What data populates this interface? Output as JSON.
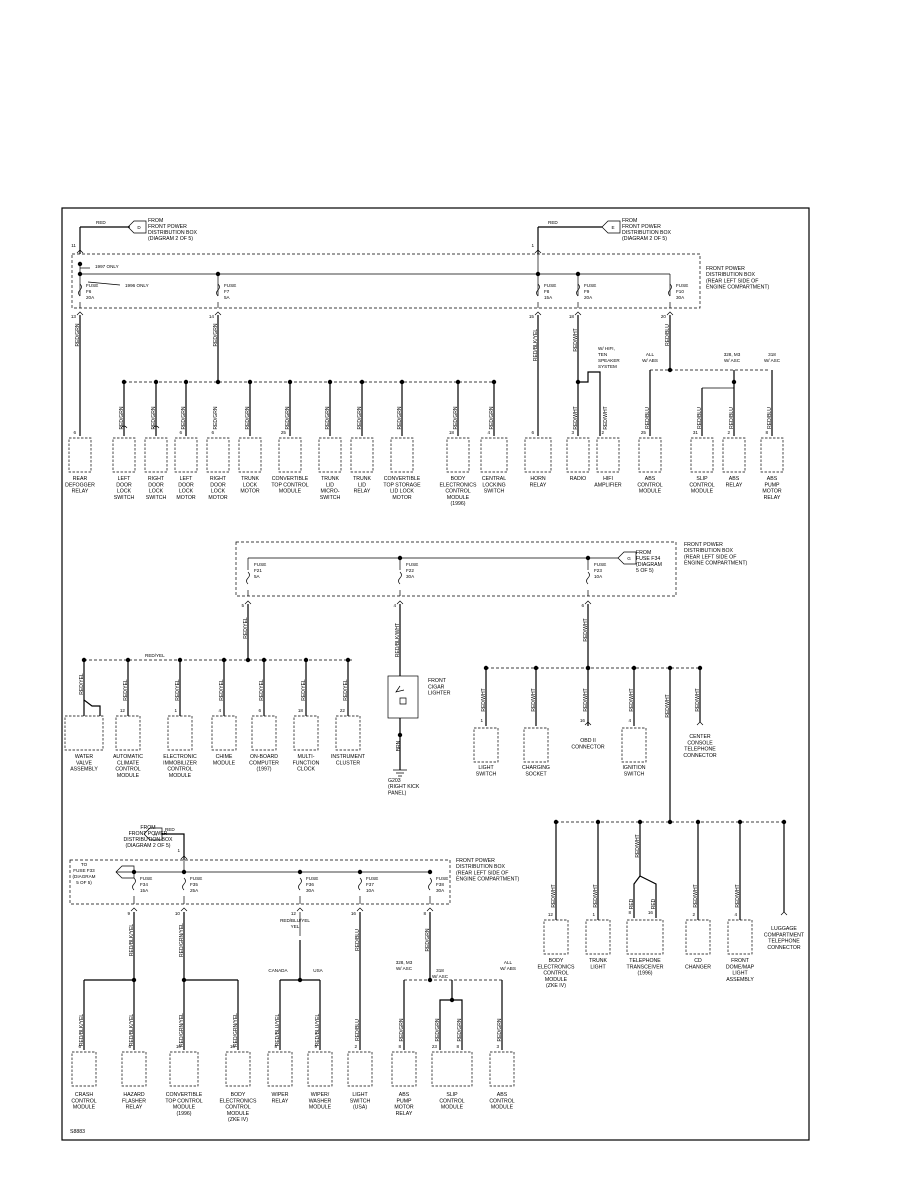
{
  "figure_id": "S8883",
  "top": {
    "sourceL": {
      "wire": "RED",
      "label": [
        "FROM",
        "FRONT POWER",
        "DISTRIBUTION BOX",
        "(DIAGRAM 2 OF 5)"
      ],
      "pin": "11",
      "conn": "D"
    },
    "sourceR": {
      "wire": "RED",
      "label": [
        "FROM",
        "FRONT POWER",
        "DISTRIBUTION BOX",
        "(DIAGRAM 2 OF 5)"
      ],
      "pin": "1",
      "conn": "E"
    },
    "box_label": [
      "FRONT POWER",
      "DISTRIBUTION BOX",
      "(REAR LEFT SIDE OF",
      "ENGINE COMPARTMENT)"
    ],
    "note1997": "1997 ONLY",
    "note1996": "1996 ONLY",
    "fuses": [
      {
        "label": [
          "FUSE",
          "F6",
          "20A"
        ],
        "pin": "13",
        "wire": "RED/GRN"
      },
      {
        "label": [
          "FUSE",
          "F7",
          "5A"
        ],
        "pin": "14",
        "wire": "RED/GRN"
      },
      {
        "label": [
          "FUSE",
          "F8",
          "15A"
        ],
        "pin": "15",
        "wire": "RED/BLK/YEL"
      },
      {
        "label": [
          "FUSE",
          "F9",
          "20A"
        ],
        "pin": "18",
        "wire": "RED/WHT"
      },
      {
        "label": [
          "FUSE",
          "F10",
          "30A"
        ],
        "pin": "20",
        "wire": "RED/BLU"
      }
    ],
    "hifi_note": [
      "W/ HIFI,",
      "TEN",
      "SPEAKER",
      "SYSTEM"
    ],
    "abs_opts": [
      [
        "ALL",
        "W/ ABS"
      ],
      [
        "328, M3",
        "W/ ASC"
      ],
      [
        "318",
        "W/ ASC"
      ]
    ],
    "comps": [
      {
        "pin": "6",
        "wire": "",
        "label": [
          "REAR",
          "DEFOGGER",
          "RELAY"
        ]
      },
      {
        "pin": "",
        "wire": "RED/GRN",
        "label": [
          "LEFT",
          "DOOR",
          "LOCK",
          "SWITCH"
        ]
      },
      {
        "pin": "",
        "wire": "RED/GRN",
        "label": [
          "RIGHT",
          "DOOR",
          "LOCK",
          "SWITCH"
        ]
      },
      {
        "pin": "6",
        "wire": "RED/GRN",
        "label": [
          "LEFT",
          "DOOR",
          "LOCK",
          "MOTOR"
        ]
      },
      {
        "pin": "6",
        "wire": "RED/GRN",
        "label": [
          "RIGHT",
          "DOOR",
          "LOCK",
          "MOTOR"
        ]
      },
      {
        "pin": "",
        "wire": "RED/GRN",
        "label": [
          "TRUNK",
          "LOCK",
          "MOTOR"
        ]
      },
      {
        "pin": "25",
        "wire": "RED/GRN",
        "label": [
          "CONVERTIBLE",
          "TOP CONTROL",
          "MODULE"
        ]
      },
      {
        "pin": "",
        "wire": "RED/GRN",
        "label": [
          "TRUNK",
          "LID",
          "MICRO-",
          "SWITCH"
        ]
      },
      {
        "pin": "",
        "wire": "RED/GRN",
        "label": [
          "TRUNK",
          "LID",
          "RELAY"
        ]
      },
      {
        "pin": "",
        "wire": "RED/GRN",
        "label": [
          "CONVERTIBLE",
          "TOP STORAGE",
          "LID LOCK",
          "MOTOR"
        ]
      },
      {
        "pin": "18",
        "wire": "RED/GRN",
        "label": [
          "BODY",
          "ELECTRONICS",
          "CONTROL",
          "MODULE",
          "(1996)"
        ]
      },
      {
        "pin": "4",
        "wire": "RED/GRN",
        "label": [
          "CENTRAL",
          "LOCKING",
          "SWITCH"
        ]
      },
      {
        "pin": "6",
        "wire": "",
        "label": [
          "HORN",
          "RELAY"
        ]
      },
      {
        "pin": "3",
        "wire": "RED/WHT",
        "label": [
          "RADIO"
        ]
      },
      {
        "pin": "2",
        "wire": "RED/WHT",
        "label": [
          "HIFI",
          "AMPLIFIER"
        ]
      },
      {
        "pin": "25",
        "wire": "RED/BLU",
        "label": [
          "ABS",
          "CONTROL",
          "MODULE"
        ]
      },
      {
        "pin": "31",
        "wire": "RED/BLU",
        "label": [
          "SLIP",
          "CONTROL",
          "MODULE"
        ]
      },
      {
        "pin": "2",
        "wire": "RED/BLU",
        "label": [
          "ABS",
          "RELAY"
        ]
      },
      {
        "pin": "8",
        "wire": "RED/BLU",
        "label": [
          "ABS",
          "PUMP",
          "MOTOR",
          "RELAY"
        ]
      }
    ]
  },
  "middle": {
    "box_label": [
      "FRONT POWER",
      "DISTRIBUTION BOX",
      "(REAR LEFT SIDE OF",
      "ENGINE COMPARTMENT)"
    ],
    "source": {
      "conn": "G",
      "label": [
        "FROM",
        "FUSE F34",
        "(DIAGRAM",
        "5 OF 5)"
      ]
    },
    "fuses": [
      {
        "label": [
          "FUSE",
          "F21",
          "5A"
        ],
        "pin": "5",
        "wire": "RED/YEL"
      },
      {
        "label": [
          "FUSE",
          "F22",
          "30A"
        ],
        "pin": "4",
        "wire": "RED/BLK/WHT"
      },
      {
        "label": [
          "FUSE",
          "F23",
          "10A"
        ],
        "pin": "6",
        "wire": "RED/WHT"
      }
    ],
    "bus_wire": "RED/YEL",
    "left_comps": [
      {
        "pin": "",
        "wire": "RED/YEL",
        "label": [
          "WATER",
          "VALVE",
          "ASSEMBLY"
        ]
      },
      {
        "pin": "12",
        "wire": "RED/YEL",
        "label": [
          "AUTOMATIC",
          "CLIMATE",
          "CONTROL",
          "MODULE"
        ]
      },
      {
        "pin": "1",
        "wire": "RED/YEL",
        "label": [
          "ELECTRONIC",
          "IMMOBILIZER",
          "CONTROL",
          "MODULE"
        ]
      },
      {
        "pin": "4",
        "wire": "RED/YEL",
        "label": [
          "CHIME",
          "MODULE"
        ]
      },
      {
        "pin": "6",
        "wire": "RED/YEL",
        "label": [
          "ON-BOARD",
          "COMPUTER",
          "(1997)"
        ]
      },
      {
        "pin": "18",
        "wire": "RED/YEL",
        "label": [
          "MULTI-",
          "FUNCTION",
          "CLOCK"
        ]
      },
      {
        "pin": "22",
        "wire": "RED/YEL",
        "label": [
          "INSTRUMENT",
          "CLUSTER"
        ]
      }
    ],
    "cigar": {
      "label": [
        "FRONT",
        "CIGAR",
        "LIGHTER"
      ],
      "wire": "BRN",
      "ground": [
        "G203",
        "(RIGHT KICK",
        "PANEL)"
      ]
    },
    "right_comps": [
      {
        "pin": "1",
        "wire": "RED/WHT",
        "label": [
          "LIGHT",
          "SWITCH"
        ]
      },
      {
        "pin": "",
        "wire": "RED/WHT",
        "label": [
          "CHARGING",
          "SOCKET"
        ]
      },
      {
        "pin": "16",
        "wire": "RED/WHT",
        "label": [
          "OBD II",
          "CONNECTOR"
        ]
      },
      {
        "pin": "4",
        "wire": "RED/WHT",
        "label": [
          "IGNITION",
          "SWITCH"
        ]
      },
      {
        "pin": "",
        "wire": "RED/WHT",
        "label": [
          "CENTER",
          "CONSOLE",
          "TELEPHONE",
          "CONNECTOR"
        ]
      }
    ],
    "sub_comps": [
      {
        "pin": "12",
        "wire": "RED/WHT",
        "label": [
          "BODY",
          "ELECTRONICS",
          "CONTROL",
          "MODULE",
          "(ZKE IV)"
        ]
      },
      {
        "pin": "1",
        "wire": "RED/WHT",
        "label": [
          "TRUNK",
          "LIGHT"
        ]
      },
      {
        "pin": "",
        "wire": "RED/WHT",
        "label": [
          "TELEPHONE",
          "TRANSCEIVER",
          "(1996)"
        ]
      },
      {
        "pin": "2",
        "wire": "RED/WHT",
        "label": [
          "CD",
          "CHANGER"
        ]
      },
      {
        "pin": "4",
        "wire": "RED/WHT",
        "label": [
          "FRONT",
          "DOME/MAP",
          "LIGHT",
          "ASSEMBLY"
        ]
      },
      {
        "pin": "",
        "wire": "",
        "label": [
          "LUGGAGE",
          "COMPARTMENT",
          "TELEPHONE",
          "CONNECTOR"
        ]
      }
    ],
    "tel_wires": [
      "RED",
      "RED"
    ],
    "tel_pins": [
      "8",
      "16"
    ]
  },
  "bottom": {
    "source": {
      "wire": "RED",
      "pin": "1",
      "conn": "A",
      "label": [
        "FROM",
        "FRONT POWER",
        "DISTRIBUTION BOX",
        "(DIAGRAM 2 OF 5)"
      ]
    },
    "to_label": [
      "TO",
      "FUSE F33",
      "(DIAGRAM",
      "5 OF 5)"
    ],
    "box_label": [
      "FRONT POWER",
      "DISTRIBUTION BOX",
      "(REAR LEFT SIDE OF",
      "ENGINE COMPARTMENT)"
    ],
    "fuses": [
      {
        "label": [
          "FUSE",
          "F34",
          "15A"
        ],
        "pin": "9",
        "wire": "RED/BLK/YEL"
      },
      {
        "label": [
          "FUSE",
          "F35",
          "25A"
        ],
        "pin": "10",
        "wire": "RED/GRN/YEL"
      },
      {
        "label": [
          "FUSE",
          "F36",
          "30A"
        ],
        "pin": "12",
        "wire": "RED/BLU/YEL"
      },
      {
        "label": [
          "FUSE",
          "F37",
          "10A"
        ],
        "pin": "16",
        "wire": "RED/BLU"
      },
      {
        "label": [
          "FUSE",
          "F38",
          "30A"
        ],
        "pin": "8",
        "wire": "RED/GRN"
      }
    ],
    "region": [
      "CANADA",
      "USA"
    ],
    "abs_opts": [
      [
        "328, M3",
        "W/ ASC"
      ],
      [
        "318",
        "W/ ASC"
      ],
      [
        "ALL",
        "W/ ABS"
      ]
    ],
    "comps": [
      {
        "pin": "6",
        "wire": "RED/BLK/YEL",
        "label": [
          "CRASH",
          "CONTROL",
          "MODULE"
        ]
      },
      {
        "pin": "6",
        "wire": "RED/BLK/YEL",
        "label": [
          "HAZARD",
          "FLASHER",
          "RELAY"
        ]
      },
      {
        "pin": "10",
        "wire": "RED/GRN/YEL",
        "label": [
          "CONVERTIBLE",
          "TOP CONTROL",
          "MODULE",
          "(1996)"
        ]
      },
      {
        "pin": "16",
        "wire": "RED/GRN/YEL",
        "label": [
          "BODY",
          "ELECTRONICS",
          "CONTROL",
          "MODULE",
          "(ZKE IV)"
        ]
      },
      {
        "pin": "8",
        "wire": "RED/BLU/YEL",
        "label": [
          "WIPER",
          "RELAY"
        ]
      },
      {
        "pin": "9",
        "wire": "RED/BLU/YEL",
        "label": [
          "WIPER/",
          "WASHER",
          "MODULE"
        ]
      },
      {
        "pin": "2",
        "wire": "RED/BLU",
        "label": [
          "LIGHT",
          "SWITCH",
          "(USA)"
        ]
      },
      {
        "pin": "8",
        "wire": "RED/GRN",
        "label": [
          "ABS",
          "PUMP",
          "MOTOR",
          "RELAY"
        ]
      },
      {
        "pin": "23",
        "wire": "RED/GRN",
        "label": [
          "SLIP",
          "CONTROL",
          "MODULE"
        ]
      },
      {
        "pin": "3",
        "wire": "RED/GRN",
        "label": [
          "ABS",
          "CONTROL",
          "MODULE"
        ]
      }
    ]
  }
}
